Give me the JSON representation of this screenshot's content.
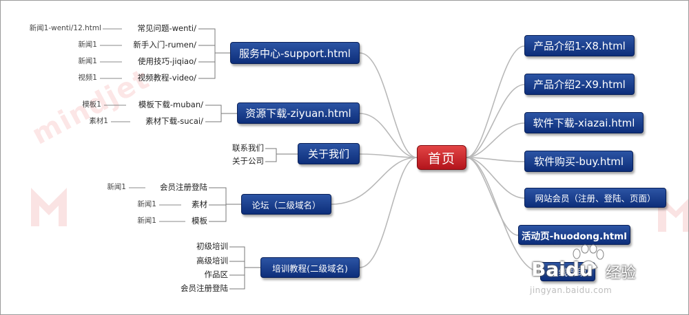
{
  "center": "首页",
  "right_nodes": [
    {
      "id": "r1",
      "label": "产品介绍1-X8.html"
    },
    {
      "id": "r2",
      "label": "产品介绍2-X9.html"
    },
    {
      "id": "r3",
      "label": "软件下载-xiazai.html"
    },
    {
      "id": "r4",
      "label": "软件购买-buy.html"
    },
    {
      "id": "r5",
      "label": "网站会员（注册、登陆、页面）"
    },
    {
      "id": "r6",
      "label": "活动页-huodong.html"
    },
    {
      "id": "r7",
      "label": "在线帮助"
    }
  ],
  "left_nodes": [
    {
      "id": "l1",
      "label": "服务中心-support.html",
      "children": [
        {
          "label": "常见问题-wenti/",
          "leaf": "新闻1-wenti/12.html"
        },
        {
          "label": "新手入门-rumen/",
          "leaf": "新闻1"
        },
        {
          "label": "使用技巧-jiqiao/",
          "leaf": "新闻1"
        },
        {
          "label": "视频教程-video/",
          "leaf": "视频1"
        }
      ]
    },
    {
      "id": "l2",
      "label": "资源下载-ziyuan.html",
      "children": [
        {
          "label": "模板下载-muban/",
          "leaf": "模板1"
        },
        {
          "label": "素材下载-sucai/",
          "leaf": "素材1"
        }
      ]
    },
    {
      "id": "l3",
      "label": "关于我们",
      "children": [
        {
          "label": "联系我们",
          "leaf": ""
        },
        {
          "label": "关于公司",
          "leaf": ""
        }
      ]
    },
    {
      "id": "l4",
      "label": "论坛（二级域名）",
      "children": [
        {
          "label": "会员注册登陆",
          "leaf": "新闻1"
        },
        {
          "label": "素材",
          "leaf": "新闻1"
        },
        {
          "label": "模板",
          "leaf": "新闻1"
        }
      ]
    },
    {
      "id": "l5",
      "label": "培训教程(二级域名)",
      "children": [
        {
          "label": "初级培训",
          "leaf": ""
        },
        {
          "label": "高级培训",
          "leaf": ""
        },
        {
          "label": "作品区",
          "leaf": ""
        },
        {
          "label": "会员注册登陆",
          "leaf": ""
        }
      ]
    }
  ],
  "watermark": {
    "brand": "mindjet",
    "site_word": "Baidu",
    "site_suffix": "经验",
    "site_url": "jingyan.baidu.com"
  },
  "colors": {
    "node": "#17398a",
    "center": "#c8202a",
    "wire": "#b8b8b8",
    "bracket": "#777777"
  }
}
